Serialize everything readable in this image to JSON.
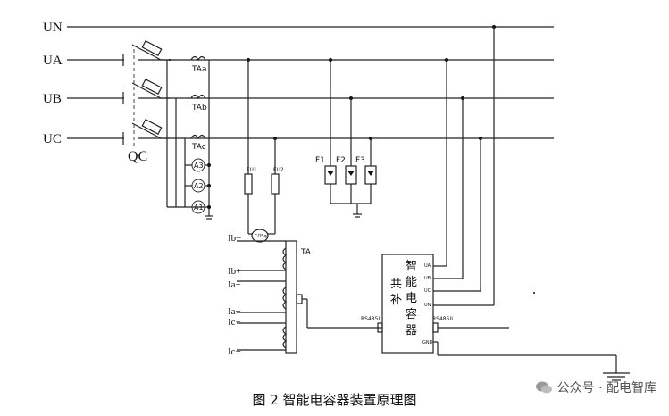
{
  "bus_labels": {
    "un": "UN",
    "ua": "UA",
    "ub": "UB",
    "uc": "UC"
  },
  "breaker_label": "QC",
  "ct_labels": {
    "taa": "TAa",
    "tab": "TAb",
    "tac": "TAc"
  },
  "ammeters": {
    "a3": "A3",
    "a2": "A2",
    "a1": "A1"
  },
  "fuses": {
    "fu1": "FU1",
    "fu2": "FU2"
  },
  "arresters": {
    "f1": "F1",
    "f2": "F2",
    "f3": "F3"
  },
  "cos_meter": "COSφ",
  "ta_label": "TA",
  "ct_terminals": {
    "ib_minus": "Ib−",
    "ib_plus": "Ib+",
    "ia_minus": "Ia−",
    "ia_plus": "Ia+",
    "ic_minus": "Ic−",
    "ic_plus": "Ic+"
  },
  "device": {
    "name_chars": [
      "智",
      "能",
      "电",
      "容",
      "器"
    ],
    "sub_chars": [
      "共",
      "补"
    ],
    "terminals": {
      "ua": "UA",
      "ub": "UB",
      "uc": "UC",
      "un": "UN",
      "gnd": "GND"
    },
    "rs485_1": "RS485I",
    "rs485_2": "RS485II"
  },
  "caption": "图 2  智能电容器装置原理图",
  "watermark": "公众号 · 配电智库"
}
